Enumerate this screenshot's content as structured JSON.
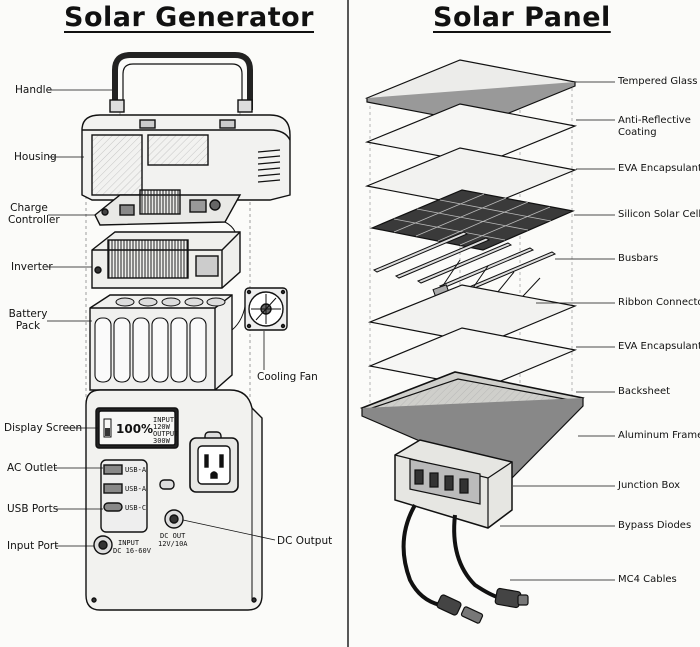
{
  "left": {
    "title": "Solar Generator",
    "labels": {
      "handle": "Handle",
      "housing": "Housing",
      "charge_controller_1": "Charge",
      "charge_controller_2": "Controller",
      "inverter": "Inverter",
      "battery_pack_1": "Battery",
      "battery_pack_2": "Pack",
      "cooling_fan": "Cooling Fan",
      "display_screen": "Display Screen",
      "ac_outlet": "AC Outlet",
      "usb_ports": "USB Ports",
      "input_port": "Input Port",
      "dc_output": "DC Output"
    },
    "panel_text": {
      "screen_percent": "100%",
      "screen_input_label": "INPUT",
      "screen_input_value": "120W",
      "screen_output_label": "OUTPUT",
      "screen_output_value": "300W",
      "usb_a_1": "USB-A",
      "usb_a_2": "USB-A",
      "usb_c": "USB-C",
      "dc_out_1": "DC OUT",
      "dc_out_2": "12V/10A",
      "input_1": "INPUT",
      "input_2": "DC 16-60V"
    }
  },
  "right": {
    "title": "Solar Panel",
    "labels": {
      "tempered_glass": "Tempered Glass",
      "anti_reflective_1": "Anti-Reflective",
      "anti_reflective_2": "Coating",
      "eva_top": "EVA Encapsulant",
      "silicon_cells": "Silicon Solar Cells",
      "busbars": "Busbars",
      "ribbon_connectors": "Ribbon Connectors",
      "eva_bottom": "EVA Encapsulant",
      "backsheet": "Backsheet",
      "aluminum_frame": "Aluminum Frame",
      "junction_box": "Junction Box",
      "bypass_diodes": "Bypass Diodes",
      "mc4_cables": "MC4 Cables"
    }
  }
}
